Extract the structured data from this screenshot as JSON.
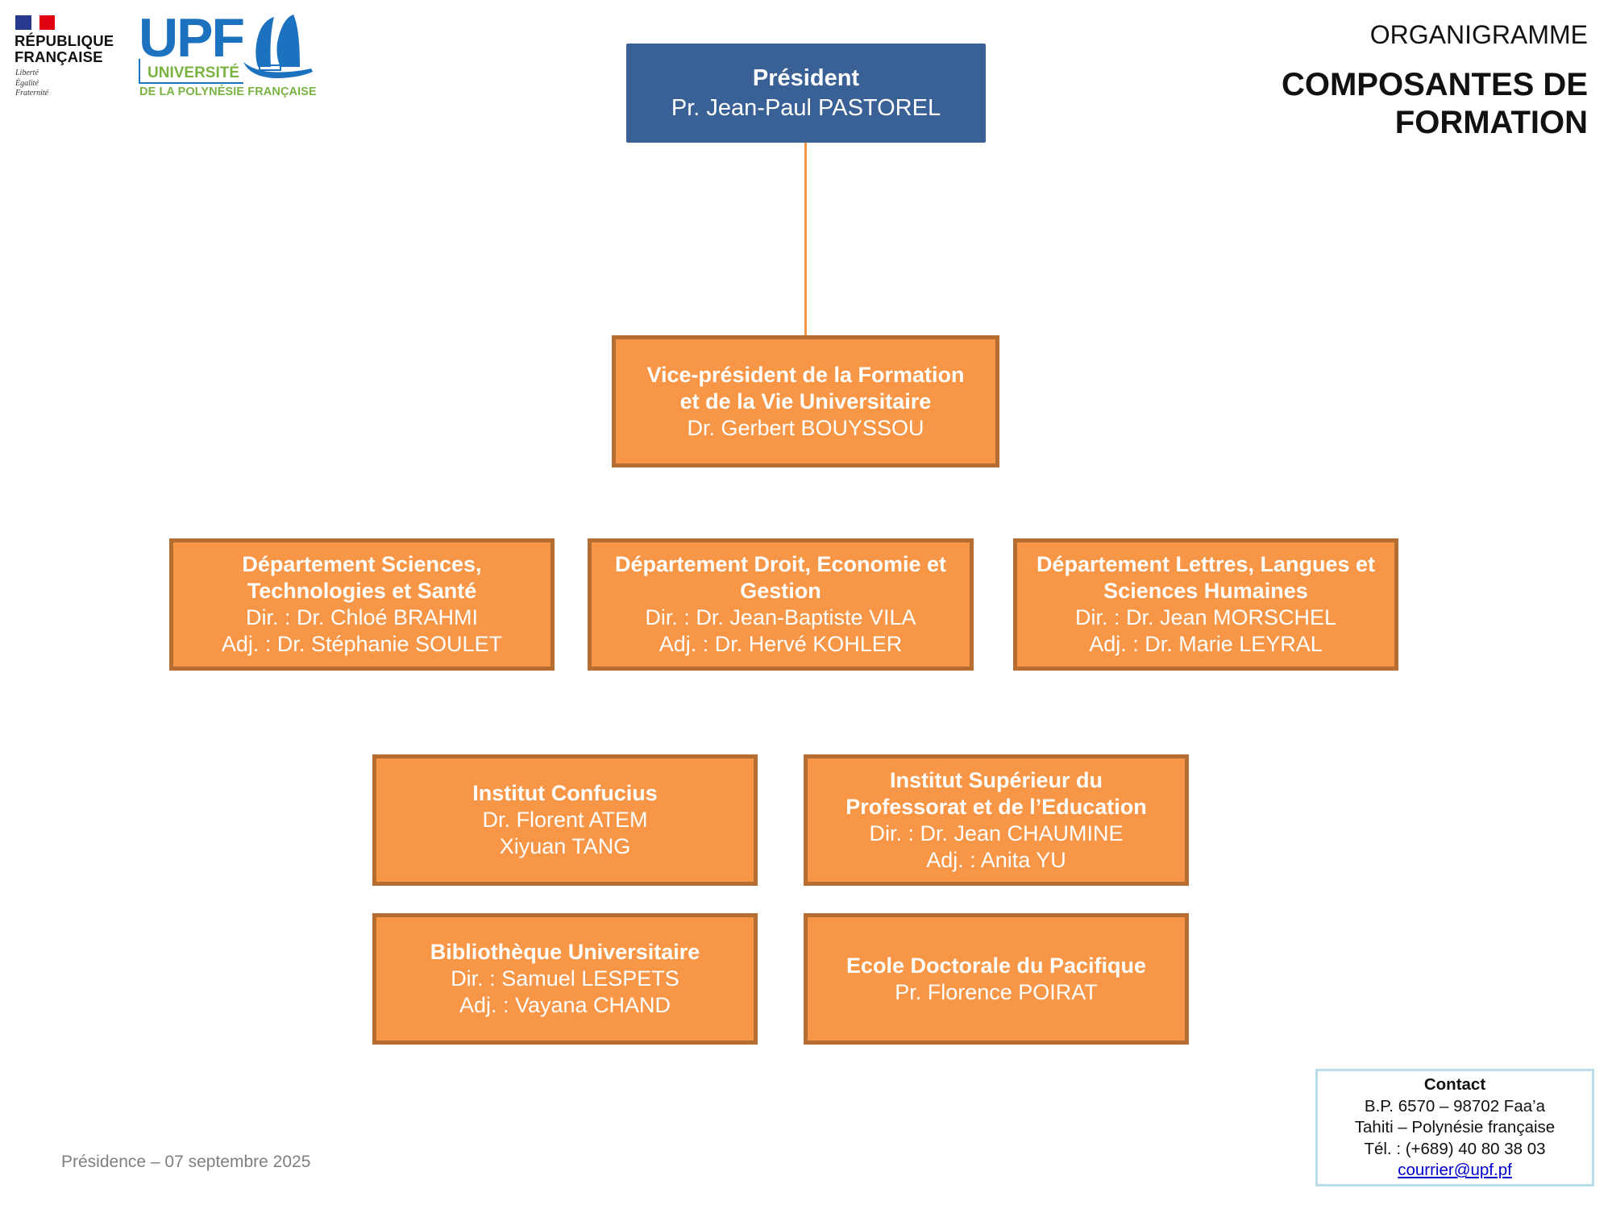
{
  "header": {
    "rf_logo": {
      "flag_colors": [
        "#273a8f",
        "#ffffff",
        "#e1000f"
      ],
      "name_lines": [
        "RÉPUBLIQUE",
        "FRANÇAISE"
      ],
      "motto_lines": [
        "Liberté",
        "Égalité",
        "Fraternité"
      ]
    },
    "upf_logo": {
      "acronym": "UPF",
      "line1": "UNIVERSITÉ",
      "line2": "DE LA POLYNÉSIE FRANÇAISE",
      "colors": {
        "blue": "#1d72bf",
        "green": "#7ab342"
      }
    },
    "title_small": "ORGANIGRAMME",
    "title_big_lines": [
      "COMPOSANTES DE",
      "FORMATION"
    ]
  },
  "colors": {
    "president_fill": "#3a6195",
    "box_fill": "#f79646",
    "box_border": "#b66d31",
    "connector": "#f79646",
    "contact_border": "#b7dde8"
  },
  "org": {
    "president": {
      "title": "Président",
      "lines": [
        "Pr. Jean-Paul PASTOREL"
      ]
    },
    "vice_president": {
      "title_lines": [
        "Vice-président de la Formation",
        "et de la Vie Universitaire"
      ],
      "lines": [
        "Dr. Gerbert BOUYSSOU"
      ]
    },
    "departments": [
      {
        "title_lines": [
          "Département Sciences,",
          "Technologies et Santé"
        ],
        "lines": [
          "Dir. : Dr. Chloé BRAHMI",
          "Adj. : Dr. Stéphanie SOULET"
        ]
      },
      {
        "title_lines": [
          "Département Droit, Economie et",
          "Gestion"
        ],
        "lines": [
          "Dir. : Dr. Jean-Baptiste VILA",
          "Adj. : Dr. Hervé KOHLER"
        ]
      },
      {
        "title_lines": [
          "Département Lettres, Langues et",
          "Sciences Humaines"
        ],
        "lines": [
          "Dir. : Dr. Jean MORSCHEL",
          "Adj. : Dr. Marie LEYRAL"
        ]
      }
    ],
    "institutes": [
      {
        "title_lines": [
          "Institut Confucius"
        ],
        "lines": [
          "Dr. Florent ATEM",
          "Xiyuan TANG"
        ]
      },
      {
        "title_lines": [
          "Institut Supérieur du",
          "Professorat et de l’Education"
        ],
        "lines": [
          "Dir. : Dr. Jean CHAUMINE",
          "Adj. : Anita YU"
        ]
      },
      {
        "title_lines": [
          "Bibliothèque Universitaire"
        ],
        "lines": [
          "Dir. : Samuel LESPETS",
          "Adj. : Vayana CHAND"
        ]
      },
      {
        "title_lines": [
          "Ecole Doctorale du Pacifique"
        ],
        "lines": [
          "Pr. Florence POIRAT"
        ]
      }
    ]
  },
  "footer": {
    "text": "Présidence – 07 septembre 2025",
    "contact": {
      "title": "Contact",
      "lines": [
        "B.P. 6570 – 98702 Faa’a",
        "Tahiti – Polynésie française",
        "Tél. : (+689) 40 80 38 03"
      ],
      "email": "courrier@upf.pf"
    }
  }
}
